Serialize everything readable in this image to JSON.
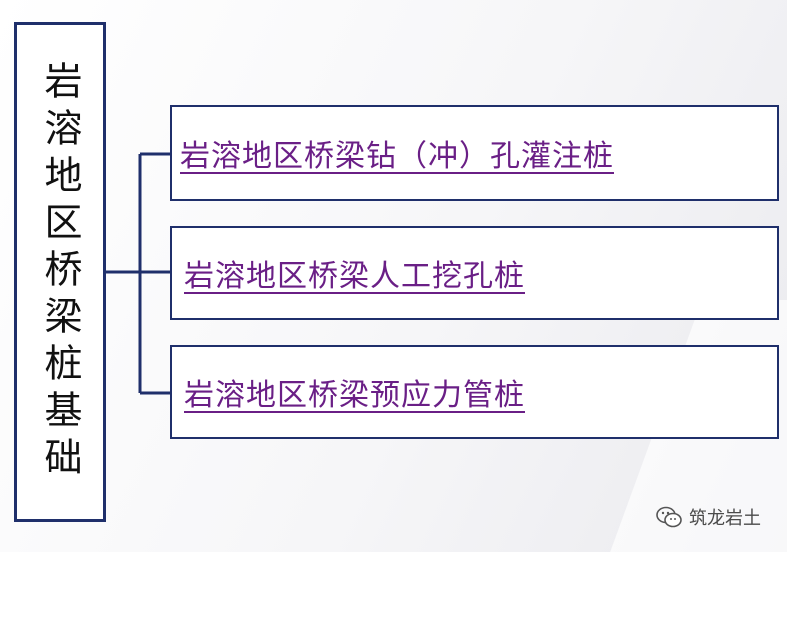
{
  "main": {
    "title": "岩溶地区桥梁桩基础"
  },
  "branches": [
    {
      "label": "岩溶地区桥梁钻（冲）孔灌注桩"
    },
    {
      "label": "岩溶地区桥梁人工挖孔桩"
    },
    {
      "label": "岩溶地区桥梁预应力管桩"
    }
  ],
  "watermark": {
    "text": "筑龙岩土",
    "icon": "wechat-icon"
  },
  "colors": {
    "border": "#1f2f6b",
    "link": "#6a1f86",
    "text": "#111111"
  }
}
